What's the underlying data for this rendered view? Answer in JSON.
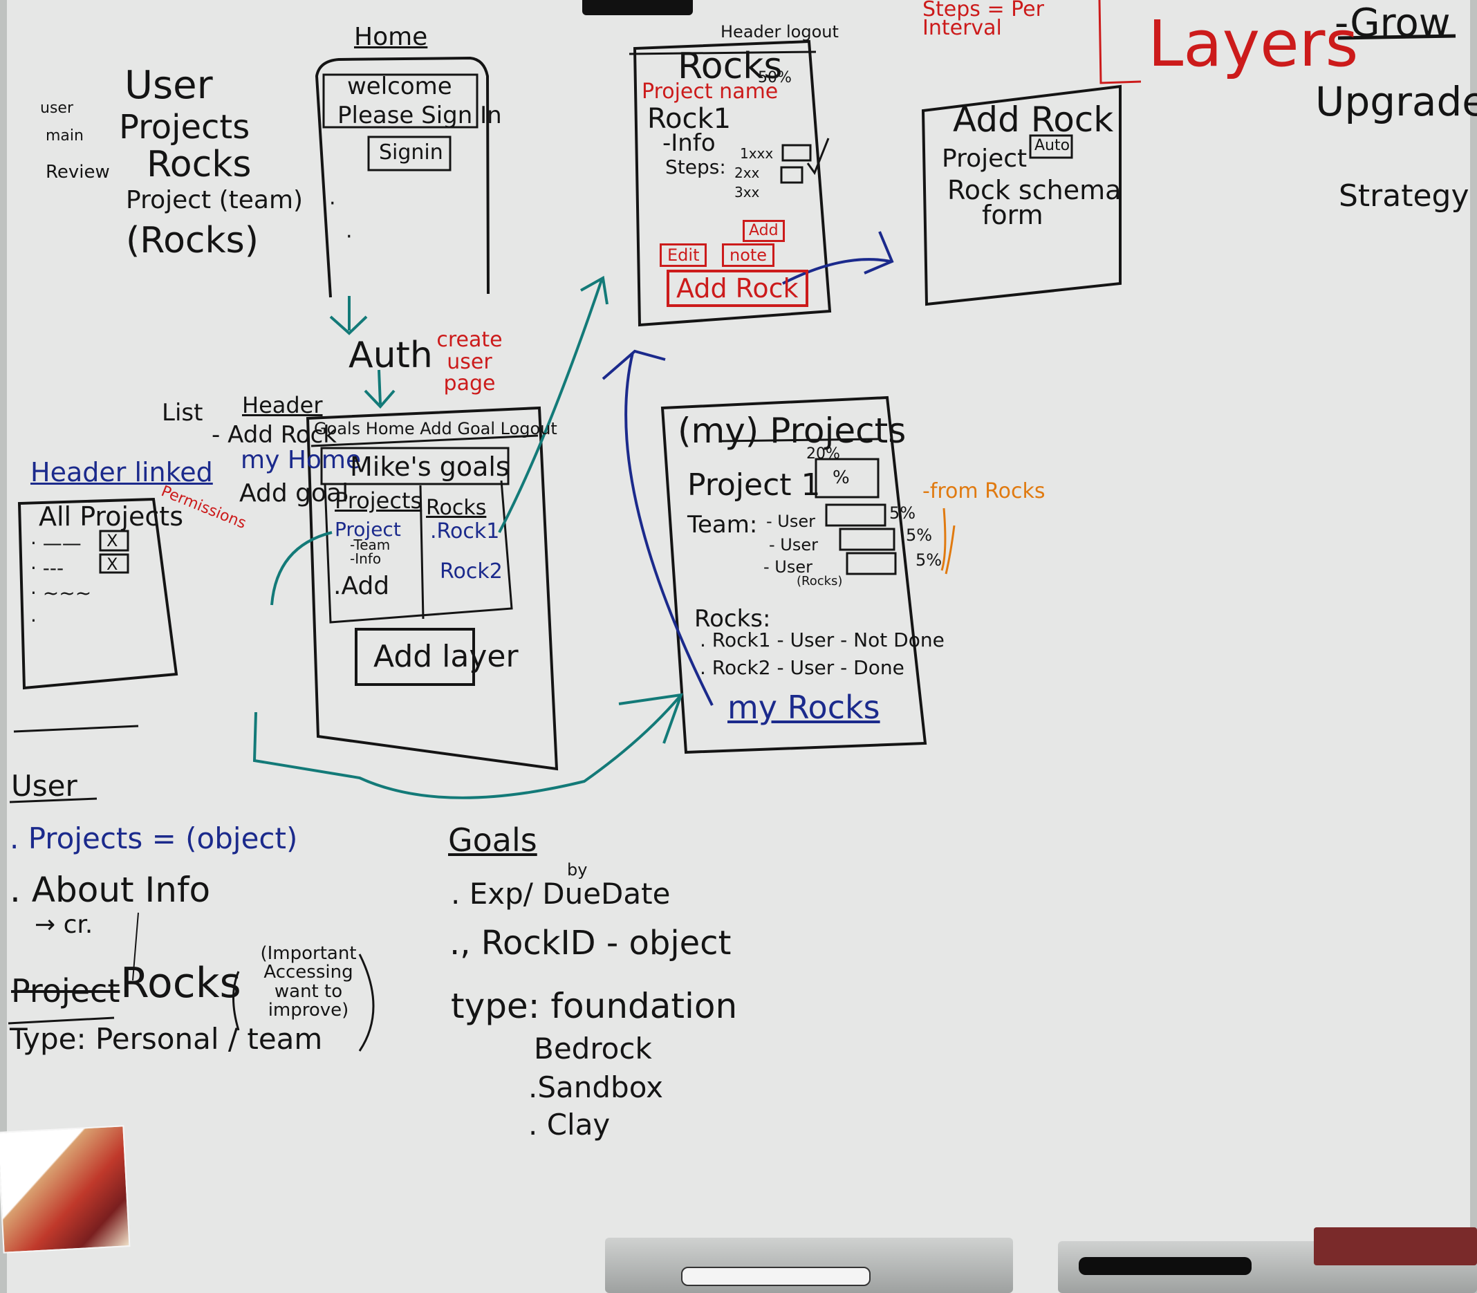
{
  "colors": {
    "black_ink": "#141414",
    "red_ink": "#cc1b1b",
    "blue_ink": "#1b2a8c",
    "teal_ink": "#137a78",
    "orange_ink": "#e07a10",
    "board": "#e6e7e6"
  },
  "top_left_notes": {
    "side_user": "user",
    "side_main": "main",
    "side_review": "Review",
    "user": "User",
    "projects": "Projects",
    "rocks": "Rocks",
    "project_team": "Project (team)",
    "rocks_paren": "(Rocks)"
  },
  "home": {
    "title": "Home",
    "welcome": "welcome",
    "please_sign_in": "Please Sign In",
    "signin": "Signin"
  },
  "auth": {
    "label": "Auth",
    "create_user_page": "create user page"
  },
  "rocks_screen": {
    "header": "Header logout",
    "title": "Rocks",
    "project_name": "Project name",
    "percent": "50%",
    "rock1": "Rock1",
    "info": "-Info",
    "steps": "Steps:",
    "step_list": [
      "1xxx",
      "2xx",
      "3xx"
    ],
    "add_small": "Add",
    "edit": "Edit",
    "note": "note",
    "add_rock_button": "Add Rock"
  },
  "top_right": {
    "steps_note": "Steps = Per Interval",
    "layers": "Layers",
    "grow": "-Grow",
    "upgrade": "Upgrade",
    "strategy": "Strategy"
  },
  "add_rock_screen": {
    "title": "Add Rock",
    "project": "Project",
    "auto": "Auto",
    "rock_schema": "Rock schema",
    "form": "form"
  },
  "list_notes": {
    "list": "List",
    "header": "Header",
    "add_rock": "- Add Rock",
    "my_home": "my Home",
    "add_goal": "Add goal",
    "header_linked": "Header linked",
    "permissions": "Permissions"
  },
  "all_projects": {
    "title": "All Projects",
    "x": "X"
  },
  "mikes_goals": {
    "header": "Goals Home Add Goal Logout",
    "title": "Mike's goals",
    "projects_col": "Projects",
    "rocks_col": "Rocks",
    "project_item": "Project",
    "team": "-Team",
    "info": "-Info",
    "add": ".Add",
    "rock1": ".Rock1",
    "rock2": "Rock2",
    "add_layer": "Add layer"
  },
  "projects_screen": {
    "title": "(my) Projects",
    "percent20": "20%",
    "project1": "Project 1",
    "percent_small": "%",
    "team": "Team:",
    "users": [
      "- User",
      "- User",
      "- User"
    ],
    "rocks_small": "(Rocks)",
    "pct_values": [
      "5%",
      "5%",
      "5%"
    ],
    "from_rocks": "-from Rocks",
    "rocks_heading": "Rocks:",
    "rock_rows": [
      ". Rock1 - User - Not Done",
      ". Rock2 - User - Done"
    ],
    "my_rocks": "my Rocks"
  },
  "user_model": {
    "title": "User",
    "projects": ". Projects = (object)",
    "about": ". About Info",
    "arrow": "→ cr.",
    "project_struck": "Project",
    "rocks": "Rocks",
    "important": "(Important Accessing want to improve)",
    "type": "Type: Personal / team"
  },
  "goals_model": {
    "title": "Goals",
    "by": "by",
    "exp": ". Exp/ DueDate",
    "rockid": "., RockID - object",
    "type": "type: foundation",
    "types": [
      "Bedrock",
      ".Sandbox",
      ". Clay"
    ]
  }
}
